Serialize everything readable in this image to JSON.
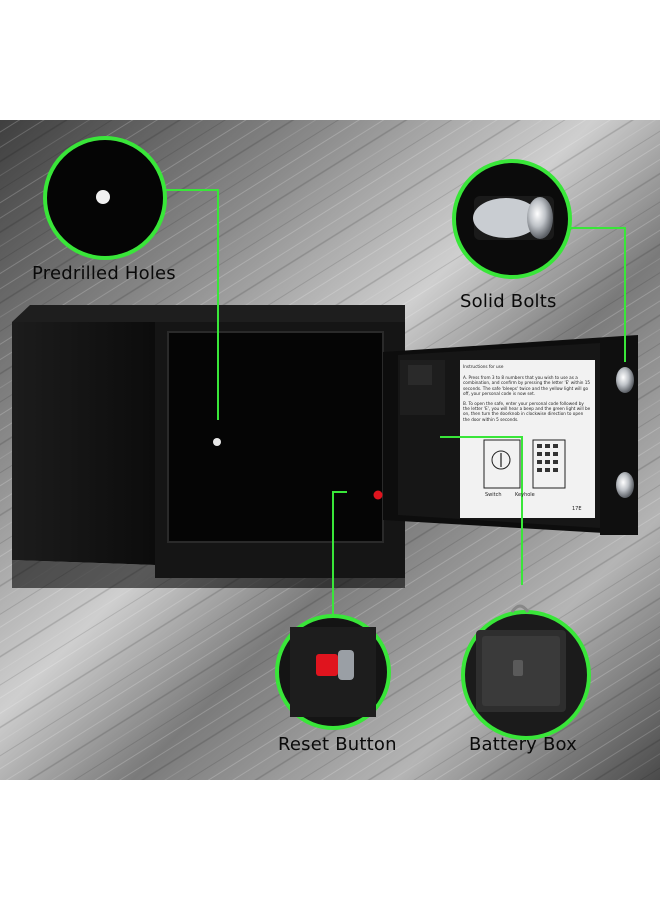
{
  "labels": {
    "predrilled_holes": "Predrilled Holes",
    "solid_bolts": "Solid Bolts",
    "reset_button": "Reset Button",
    "battery_box": "Battery Box"
  },
  "door_panel": {
    "heading": "Instructions for use",
    "step_a": "A. Press from 3 to 8 numbers that you wish to use as a combination, and confirm by pressing the letter 'E' within 15 seconds. The safe 'bleeps' twice and the yellow light will go off, your personal code is now set.",
    "step_b": "B. To open the safe, enter your personal code followed by the letter 'E', you will hear a beep and the green light will be on, then turn the doorknob in clockwise direction to open the door within 5 seconds.",
    "switch_label": "Switch",
    "keyhole_label": "Keyhole",
    "model": "17E"
  },
  "colors": {
    "accent_green": "#39e639",
    "safe_black": "#111111",
    "reset_red": "#e0141e"
  }
}
